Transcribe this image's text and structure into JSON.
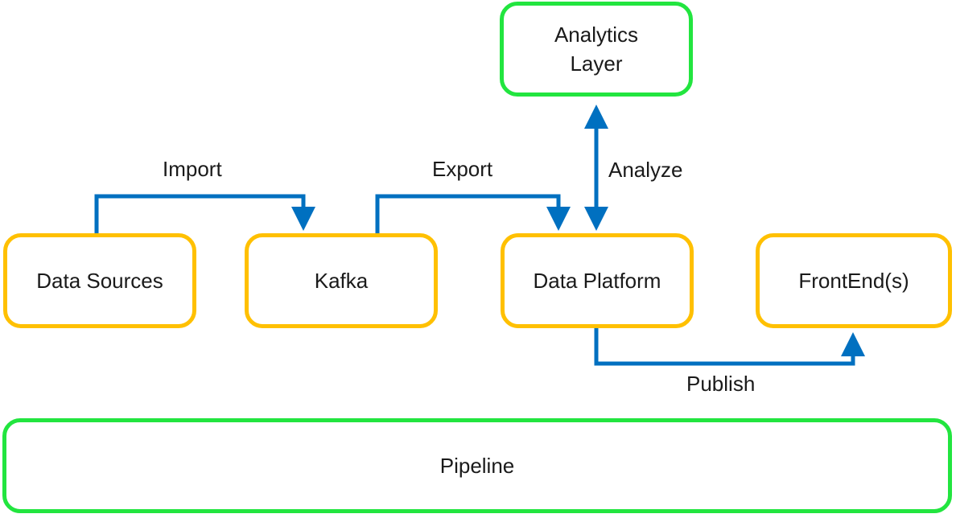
{
  "colors": {
    "stage_border": "#FFC000",
    "layer_border": "#22E53F",
    "connector": "#0070C0",
    "text": "#1a1a1a"
  },
  "nodes": {
    "data_sources": {
      "label": "Data Sources"
    },
    "kafka": {
      "label": "Kafka"
    },
    "data_platform": {
      "label": "Data Platform"
    },
    "frontends": {
      "label": "FrontEnd(s)"
    },
    "analytics_layer": {
      "label": "Analytics\nLayer"
    },
    "pipeline": {
      "label": "Pipeline"
    }
  },
  "edges": {
    "import": {
      "label": "Import",
      "from": "Data Sources",
      "to": "Kafka"
    },
    "export": {
      "label": "Export",
      "from": "Kafka",
      "to": "Data Platform"
    },
    "analyze": {
      "label": "Analyze",
      "from": "Data Platform",
      "to": "Analytics\nLayer",
      "bidirectional": true
    },
    "publish": {
      "label": "Publish",
      "from": "Data Platform",
      "to": "FrontEnd(s)"
    }
  }
}
